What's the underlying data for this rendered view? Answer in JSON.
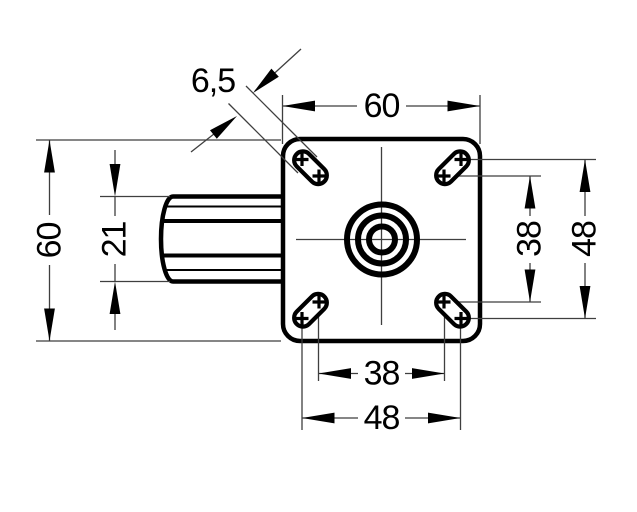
{
  "drawing": {
    "background_color": "#ffffff",
    "line_color": "#000000",
    "labels": {
      "slot_width": "6,5",
      "plate_width": "60",
      "plate_height": "60",
      "tube_diameter": "21",
      "bolt_spacing_vertical_inner": "38",
      "bolt_spacing_vertical_outer": "48",
      "bolt_spacing_horizontal_inner": "38",
      "bolt_spacing_horizontal_outer": "48"
    }
  }
}
